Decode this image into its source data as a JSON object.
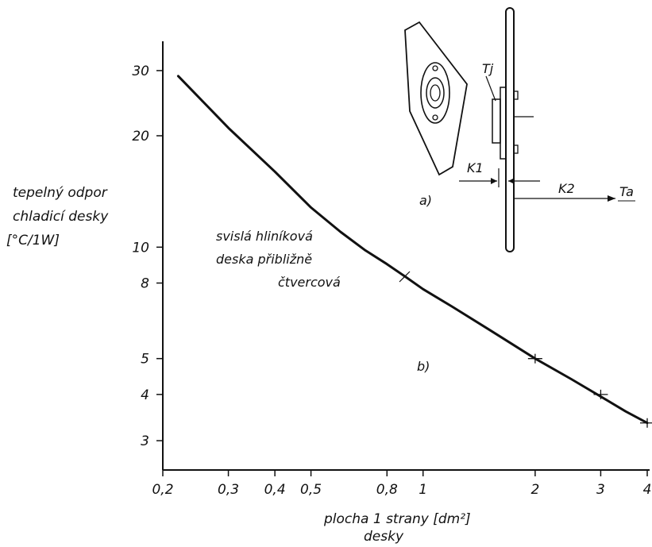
{
  "chart_data": {
    "type": "line",
    "x_scale": "log",
    "y_scale": "log",
    "xlim": [
      0.2,
      4
    ],
    "ylim": [
      2.5,
      36
    ],
    "x_ticks": [
      0.2,
      0.3,
      0.4,
      0.5,
      0.8,
      1,
      2,
      3,
      4
    ],
    "x_tick_labels": [
      "0,2",
      "0,3",
      "0,4",
      "0,5",
      "0,8",
      "1",
      "2",
      "3",
      "4"
    ],
    "y_ticks": [
      3,
      4,
      5,
      8,
      10,
      20,
      30
    ],
    "y_tick_labels": [
      "3",
      "4",
      "5",
      "8",
      "10",
      "20",
      "30"
    ],
    "xlabel_lines": [
      "plocha 1 strany [dm²]",
      "desky"
    ],
    "ylabel_lines": [
      "tepelný odpor",
      "chladicí desky",
      "[°C/1W]"
    ],
    "grid": false,
    "series": [
      {
        "x": [
          0.22,
          0.3,
          0.4,
          0.5,
          0.6,
          0.7,
          0.8,
          0.9,
          1.0,
          1.2,
          1.5,
          2.0,
          2.5,
          3.0,
          3.5,
          4.0
        ],
        "y": [
          29,
          21,
          16,
          12.8,
          11,
          9.8,
          9.0,
          8.3,
          7.7,
          6.9,
          6.0,
          5.0,
          4.4,
          3.95,
          3.6,
          3.35
        ]
      }
    ],
    "tick_marked_points": [
      {
        "x": 2.0,
        "y": 5.0
      },
      {
        "x": 3.0,
        "y": 4.0
      },
      {
        "x": 4.0,
        "y": 3.35
      }
    ],
    "annotations": {
      "curve_label_lines": [
        "svislá hliníková",
        "deska přibližně",
        "čtvercová"
      ],
      "part_b": "b)",
      "part_a": "a)",
      "inset_labels": {
        "tj": "Tj",
        "k1": "K1",
        "k2": "K2",
        "ta": "Ta"
      }
    }
  }
}
